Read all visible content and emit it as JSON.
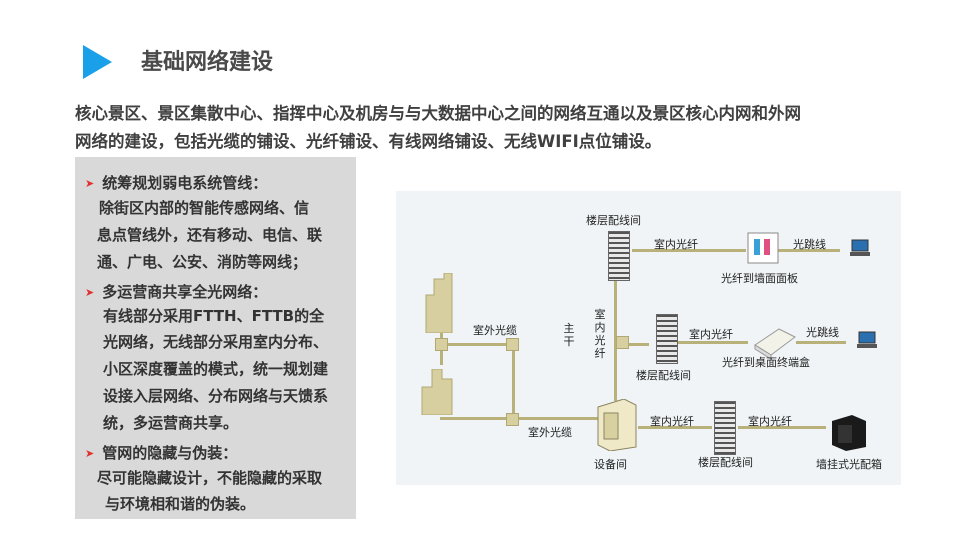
{
  "header": {
    "title": "基础网络建设"
  },
  "intro": {
    "line1": "核心景区、景区集散中心、指挥中心及机房与与大数据中心之间的网络互通以及景区核心内网和外网",
    "line2": "网络的建设，包括光缆的铺设、光纤铺设、有线网络铺设、无线WIFI点位铺设。"
  },
  "panel": {
    "bullet_marker": "➤",
    "sections": [
      {
        "heading": "统筹规划弱电系统管线：",
        "lines": [
          "除街区内部的智能传感网络、信",
          "息点管线外，还有移动、电信、联",
          "通、广电、公安、消防等网线；"
        ]
      },
      {
        "heading": "多运营商共享全光网络：",
        "lines": [
          "有线部分采用FTTH、FTTB的全",
          "光网络，无线部分采用室内分布、",
          "小区深度覆盖的模式，统一规划建",
          "设接入层网络、分布网络与天馈系",
          "统，多运营商共享。"
        ]
      },
      {
        "heading": "管网的隐藏与伪装：",
        "lines": [
          "尽可能隐藏设计，不能隐藏的采取",
          "与环境相和谐的伪装。"
        ]
      }
    ]
  },
  "diagram": {
    "labels": {
      "floor_rack_top": "楼层配线间",
      "indoor_fiber_1": "室内光纤",
      "patch_cord_1": "光跳线",
      "wall_panel": "光纤到墙面面板",
      "outdoor_cable_1": "室外光缆",
      "trunk": "主干",
      "indoor_fiber_vertical": "室内光纤",
      "indoor_fiber_2": "室内光纤",
      "patch_cord_2": "光跳线",
      "desk_box": "光纤到桌面终端盒",
      "floor_rack_mid": "楼层配线间",
      "outdoor_cable_2": "室外光缆",
      "indoor_fiber_3": "室内光纤",
      "indoor_fiber_4": "室内光纤",
      "equipment_room": "设备间",
      "floor_rack_bottom": "楼层配线间",
      "wall_box": "墙挂式光配箱"
    }
  },
  "colors": {
    "accent": "#1aa0e8",
    "panel_bg": "#d9d9d9",
    "bullet": "#e03030",
    "line": "#b8b27a"
  }
}
